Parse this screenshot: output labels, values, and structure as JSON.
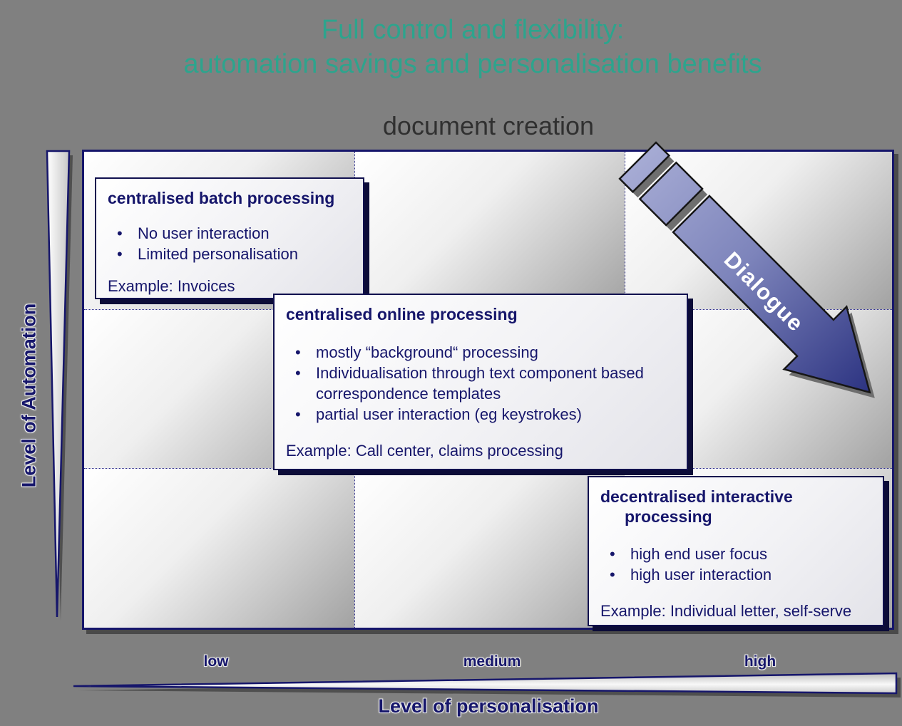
{
  "title": {
    "line1": "Full control and flexibility:",
    "line2": "automation savings and personalisation benefits"
  },
  "axes": {
    "top_label": "document creation",
    "y_label": "Level of Automation",
    "x_label": "Level of personalisation",
    "x_ticks": [
      "low",
      "medium",
      "high"
    ]
  },
  "arrow": {
    "label": "Dialogue"
  },
  "boxes": [
    {
      "title": "centralised batch processing",
      "bullets": [
        "No user interaction",
        "Limited personalisation"
      ],
      "example": "Example: Invoices"
    },
    {
      "title": "centralised online processing",
      "bullets": [
        "mostly “background“ processing",
        "Individualisation through text component based correspondence templates",
        "partial user interaction (eg keystrokes)"
      ],
      "example": "Example: Call center, claims processing"
    },
    {
      "title": "decentralised interactive processing",
      "bullets": [
        "high end user focus",
        "high user interaction"
      ],
      "example": "Example: Individual letter, self-serve"
    }
  ],
  "colors": {
    "background": "#808080",
    "title_teal": "#2da48d",
    "navy": "#16166b",
    "arrow_light": "#a6abd4",
    "arrow_dark": "#2c3381"
  }
}
